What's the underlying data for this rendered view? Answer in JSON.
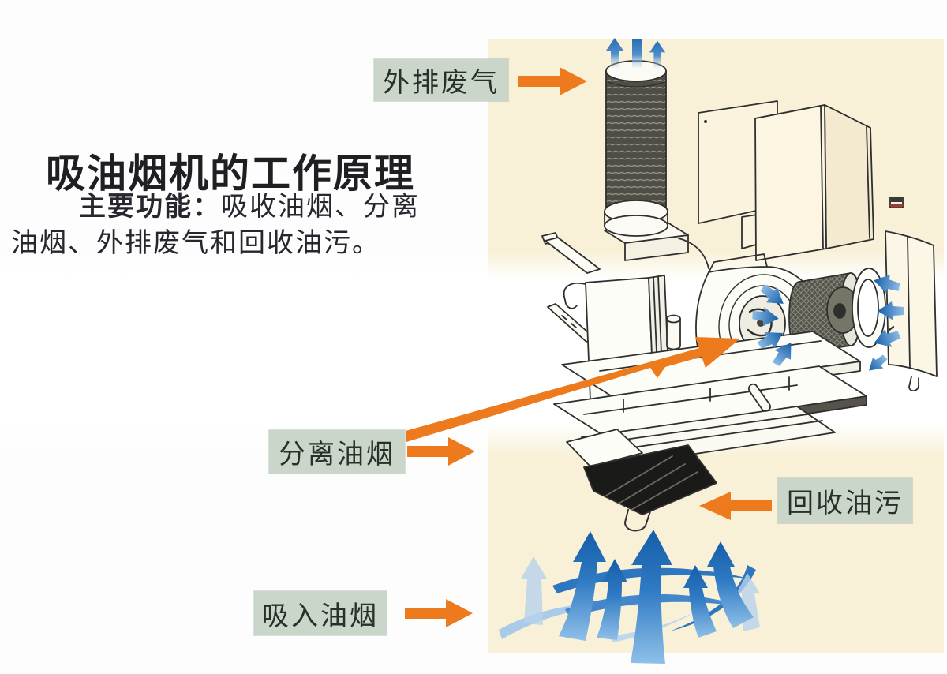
{
  "page": {
    "title": "吸油烟机的工作原理",
    "subtitle": {
      "lead": "主要功能：",
      "line1_rest": "吸收油烟、分离",
      "line2": "油烟、外排废气和回收油污。"
    }
  },
  "callouts": {
    "exhaust": {
      "label": "外排废气"
    },
    "separate": {
      "label": "分离油烟"
    },
    "recover": {
      "label": "回收油污"
    },
    "intake": {
      "label": "吸入油烟"
    }
  },
  "icons": {
    "orange_block_arrows": "flow-direction-arrow",
    "duct_top_arrows": "airflow-up-arrows",
    "fan_inlet_arrows": "airflow-into-fan-arrows",
    "smoke_cluster": "smoke-rising-arrows"
  },
  "colors": {
    "accent_orange": "#ED7A1C",
    "label_bg": "#CBD6CA",
    "panel_cream": "#F8F1D8",
    "airflow_blue": "#2D76C0",
    "airflow_blue_light": "#A9CBE9",
    "line_ink": "#2F2F2F"
  }
}
